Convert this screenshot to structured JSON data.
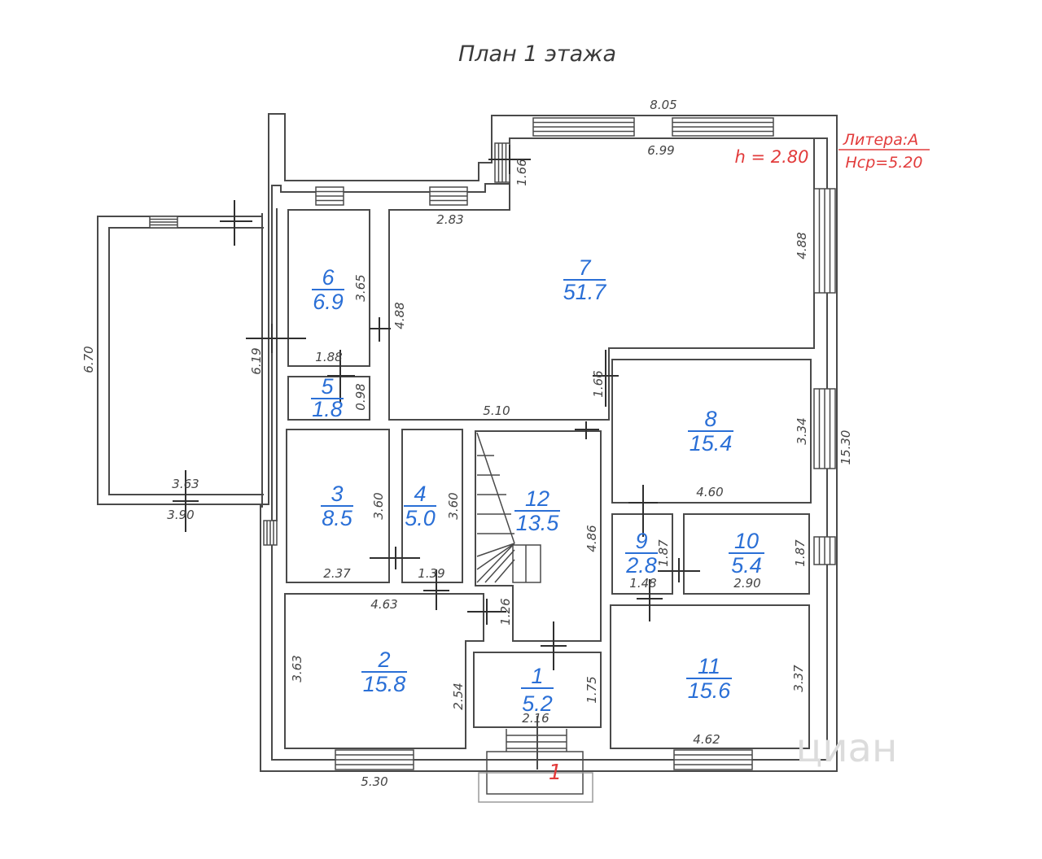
{
  "plan": {
    "title": "План 1 этажа",
    "litera": "Литера:А",
    "ceiling_height": "h = 2.80",
    "avg_height": "Нср=5.20",
    "entrance_number": "1",
    "watermark": "циан"
  },
  "rooms": [
    {
      "id": "room-1",
      "number": "1",
      "area": "5.2"
    },
    {
      "id": "room-2",
      "number": "2",
      "area": "15.8"
    },
    {
      "id": "room-3",
      "number": "3",
      "area": "8.5"
    },
    {
      "id": "room-4",
      "number": "4",
      "area": "5.0"
    },
    {
      "id": "room-5",
      "number": "5",
      "area": "1.8"
    },
    {
      "id": "room-6",
      "number": "6",
      "area": "6.9"
    },
    {
      "id": "room-7",
      "number": "7",
      "area": "51.7"
    },
    {
      "id": "room-8",
      "number": "8",
      "area": "15.4"
    },
    {
      "id": "room-9",
      "number": "9",
      "area": "2.8"
    },
    {
      "id": "room-10",
      "number": "10",
      "area": "5.4"
    },
    {
      "id": "room-11",
      "number": "11",
      "area": "15.6"
    },
    {
      "id": "room-12",
      "number": "12",
      "area": "13.5"
    }
  ],
  "dimensions": [
    "8.05",
    "6.99",
    "1.66",
    "2.83",
    "4.88",
    "3.65",
    "4.88",
    "6.70",
    "6.19",
    "1.88",
    "0.98",
    "1.66",
    "5.10",
    "3.34",
    "15.30",
    "3.63",
    "3.90",
    "3.60",
    "3.60",
    "4.60",
    "4.86",
    "1.87",
    "1.87",
    "2.37",
    "1.39",
    "1.48",
    "2.90",
    "4.63",
    "1.26",
    "3.63",
    "2.54",
    "1.75",
    "3.37",
    "2.16",
    "4.62",
    "5.30"
  ]
}
